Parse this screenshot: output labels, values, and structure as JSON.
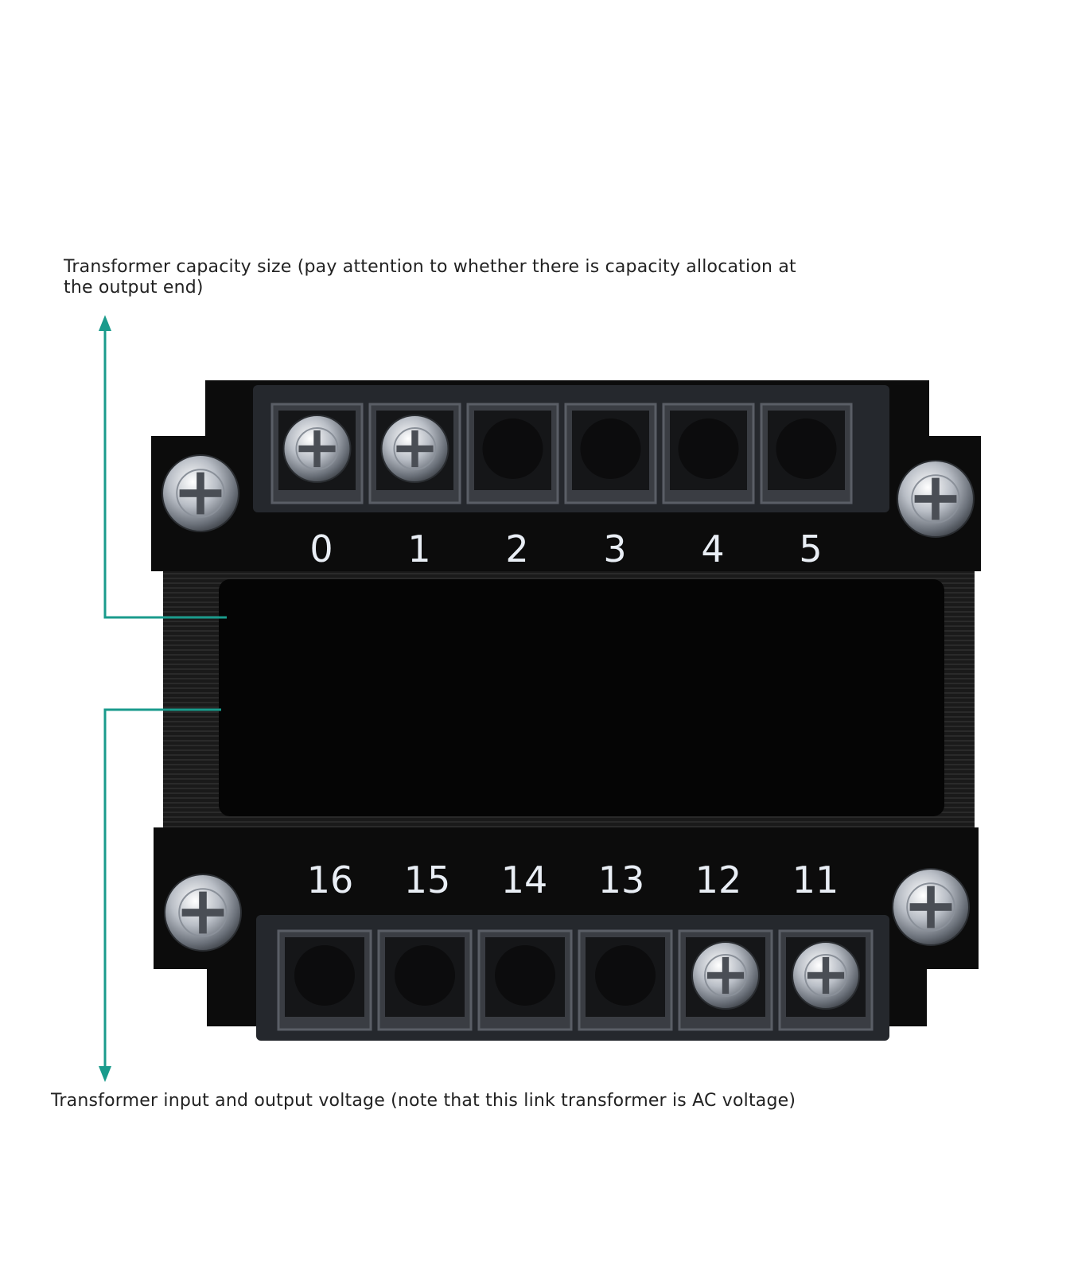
{
  "annotations": {
    "capacity": "Transformer capacity size (pay attention to whether there is capacity allocation at the output end)",
    "voltage": "Transformer input and output voltage (note that this link transformer is AC voltage)"
  },
  "top_terminals": [
    {
      "label": "0",
      "screw": true
    },
    {
      "label": "1",
      "screw": true
    },
    {
      "label": "2",
      "screw": false
    },
    {
      "label": "3",
      "screw": false
    },
    {
      "label": "4",
      "screw": false
    },
    {
      "label": "5",
      "screw": false
    }
  ],
  "bottom_terminals": [
    {
      "label": "16",
      "screw": false
    },
    {
      "label": "15",
      "screw": false
    },
    {
      "label": "14",
      "screw": false
    },
    {
      "label": "13",
      "screw": false
    },
    {
      "label": "12",
      "screw": true
    },
    {
      "label": "11",
      "screw": true
    }
  ],
  "colors": {
    "annotation_line": "#1a9b8c",
    "body": "#0a0a0a",
    "terminal_block": "#2c2f34"
  }
}
